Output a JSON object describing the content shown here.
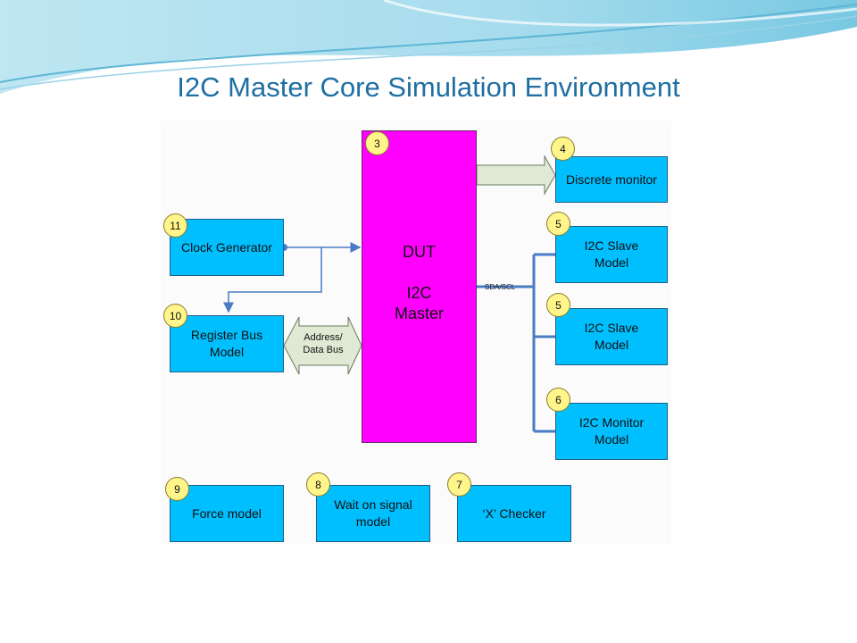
{
  "title": "I2C Master Core Simulation Environment",
  "dut": {
    "label": "DUT\n\nI2C\nMaster",
    "badge": "3"
  },
  "blocks": {
    "discrete_monitor": {
      "label": "Discrete monitor",
      "badge": "4"
    },
    "slave_model_1": {
      "label": "I2C Slave\nModel",
      "badge": "5"
    },
    "slave_model_2": {
      "label": "I2C Slave\nModel",
      "badge": "5"
    },
    "i2c_monitor": {
      "label": "I2C Monitor\nModel",
      "badge": "6"
    },
    "clock_generator": {
      "label": "Clock Generator",
      "badge": "11"
    },
    "register_bus_model": {
      "label": "Register Bus\nModel",
      "badge": "10"
    },
    "force_model": {
      "label": "Force model",
      "badge": "9"
    },
    "wait_on_signal_model": {
      "label": "Wait on signal\nmodel",
      "badge": "8"
    },
    "x_checker": {
      "label": "‘X’ Checker",
      "badge": "7"
    }
  },
  "connections": {
    "sda_scl": "SDA/SCL",
    "address_data_bus": "Address/\nData Bus"
  },
  "colors": {
    "title": "#1f6fa3",
    "block_fill": "#00bfff",
    "dut_fill": "#ff00ff",
    "badge_fill": "#fff58a",
    "bus_line": "#4a7cc4"
  }
}
